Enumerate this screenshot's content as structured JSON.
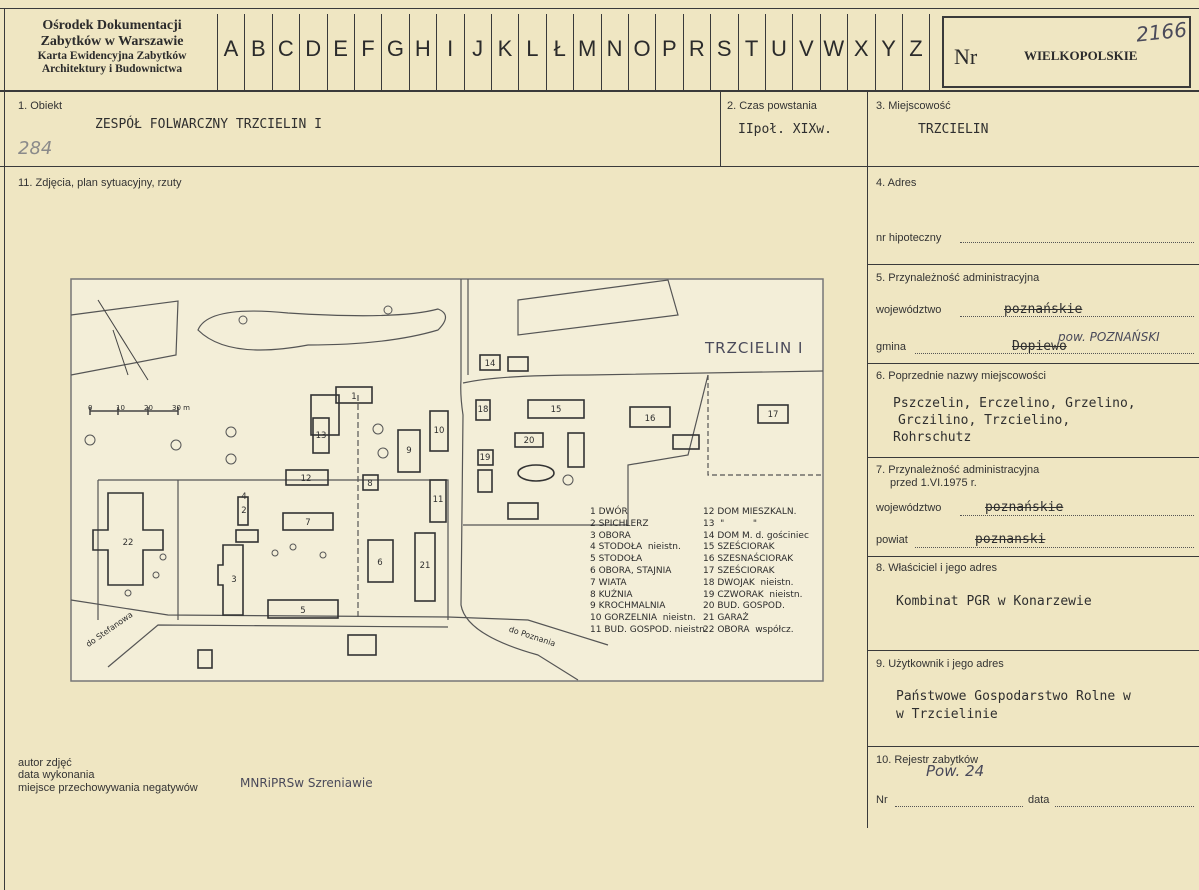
{
  "header": {
    "institution_line1": "Ośrodek Dokumentacji",
    "institution_line2": "Zabytków w Warszawie",
    "institution_line3": "Karta Ewidencyjna Zabytków",
    "institution_line4": "Architektury i Budownictwa",
    "letters": [
      "A",
      "B",
      "C",
      "D",
      "E",
      "F",
      "G",
      "H",
      "I",
      "J",
      "K",
      "L",
      "Ł",
      "M",
      "N",
      "O",
      "P",
      "R",
      "S",
      "T",
      "U",
      "V",
      "W",
      "X",
      "Y",
      "Z"
    ],
    "nr_label": "Nr",
    "region": "WIELKOPOLSKIE",
    "handwritten_number": "2166"
  },
  "fields": {
    "f1_label": "1. Obiekt",
    "f1_value": "ZESPÓŁ FOLWARCZNY TRZCIELIN I",
    "f1_hand": "284",
    "f2_label": "2. Czas powstania",
    "f2_value": "IIpoł. XIXw.",
    "f3_label": "3. Miejscowość",
    "f3_value": "TRZCIELIN",
    "f4_label": "4. Adres",
    "f4_hip_label": "nr hipoteczny",
    "f5_label": "5. Przynależność administracyjna",
    "f5_woj_label": "województwo",
    "f5_woj_value": "poznańskie",
    "f5_gmina_label": "gmina",
    "f5_gmina_value": "Dopiewo",
    "f5_gmina_hand": "pow. POZNAŃSKI",
    "f6_label": "6. Poprzednie nazwy miejscowości",
    "f6_line1": "Pszczelin, Erczelino, Grzelino,",
    "f6_line2": "Grczilino,  Trzcielino,",
    "f6_line3": "Rohrschutz",
    "f7_label_line1": "7. Przynależność administracyjna",
    "f7_label_line2": "przed 1.VI.1975 r.",
    "f7_woj_label": "województwo",
    "f7_woj_value": "poznańskie",
    "f7_pow_label": "powiat",
    "f7_pow_value": "poznanski",
    "f8_label": "8. Właściciel i jego adres",
    "f8_value": "Kombinat PGR w Konarzewie",
    "f9_label": "9. Użytkownik i jego adres",
    "f9_line1": "Państwowe Gospodarstwo Rolne w",
    "f9_line2": "w Trzcielinie",
    "f10_label": "10. Rejestr zabytków",
    "f10_hand": "Pow. 24",
    "f10_nr_label": "Nr",
    "f10_data_label": "data",
    "f11_label": "11. Zdjęcia, plan sytuacyjny, rzuty"
  },
  "footer": {
    "autor": "autor zdjęć",
    "data_wyk": "data wykonania",
    "miejsce": "miejsce przechowywania negatywów",
    "miejsce_hand": "MNRiPRSw Szreniawie"
  },
  "plan": {
    "village_label": "TRZCIELIN I",
    "road_left": "do Stefanowa",
    "road_right": "do Poznania",
    "scale_labels": [
      "0",
      "10",
      "20",
      "30 m"
    ],
    "legend_left": [
      "1 DWÓR",
      "2 SPICHLERZ",
      "3 OBORA",
      "4 STODOŁA  nieistn.",
      "5 STODOŁA",
      "6 OBORA, STAJNIA",
      "7 WIATA",
      "8 KUŹNIA",
      "9 KROCHMALNIA",
      "10 GORZELNIA  nieistn.",
      "11 BUD. GOSPOD. nieistn."
    ],
    "legend_right": [
      "12 DOM MIESZKALN.",
      "13  \"          \"",
      "14 DOM M. d. gościniec",
      "15 SZEŚCIORAK",
      "16 SZESNAŚCIORAK",
      "17 SZEŚCIORAK",
      "18 DWOJAK  nieistn.",
      "19 CZWORAK  nieistn.",
      "20 BUD. GOSPOD.",
      "21 GARAŻ",
      "22 OBORA  współcz."
    ]
  }
}
